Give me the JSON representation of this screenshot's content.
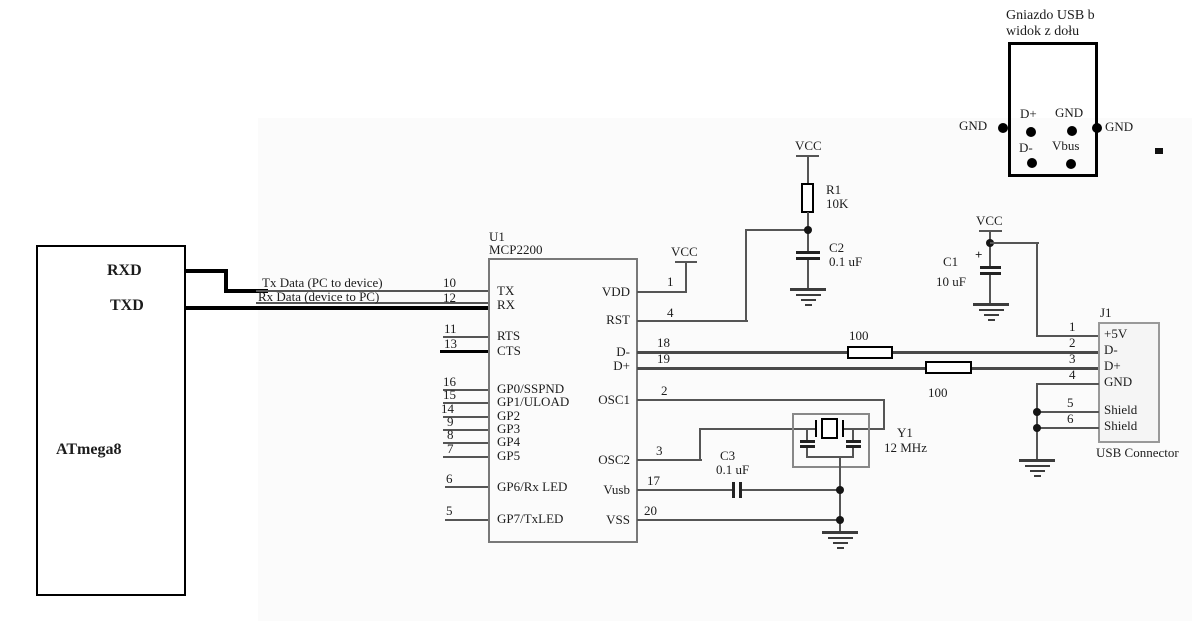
{
  "usb_socket": {
    "title_line1": "Gniazdo USB b",
    "title_line2": "widok z dołu",
    "gnd_left": "GND",
    "gnd_right": "GND",
    "pin_dplus": "D+",
    "pin_gnd_top": "GND",
    "pin_dminus": "D-",
    "pin_vbus": "Vbus"
  },
  "atmega": {
    "name": "ATmega8",
    "pin_rxd": "RXD",
    "pin_txd": "TXD"
  },
  "uart": {
    "tx_label": "Tx Data (PC to device)",
    "rx_label": "Rx Data (device to PC)",
    "tx_pin": "10",
    "rx_pin": "12"
  },
  "u1": {
    "ref": "U1",
    "part": "MCP2200",
    "pin_tx": "TX",
    "pin_rx": "RX",
    "left_pins": [
      {
        "num": "11",
        "name": "RTS"
      },
      {
        "num": "13",
        "name": "CTS"
      },
      {
        "num": "16",
        "name": "GP0/SSPND"
      },
      {
        "num": "15",
        "name": "GP1/ULOAD"
      },
      {
        "num": "14",
        "name": "GP2"
      },
      {
        "num": "9",
        "name": "GP3"
      },
      {
        "num": "8",
        "name": "GP4"
      },
      {
        "num": "7",
        "name": "GP5"
      },
      {
        "num": "6",
        "name": "GP6/Rx LED"
      },
      {
        "num": "5",
        "name": "GP7/TxLED"
      }
    ],
    "right_pins": [
      {
        "num": "1",
        "name": "VDD"
      },
      {
        "num": "4",
        "name": "RST"
      },
      {
        "num": "18",
        "name": "D-"
      },
      {
        "num": "19",
        "name": "D+"
      },
      {
        "num": "2",
        "name": "OSC1"
      },
      {
        "num": "3",
        "name": "OSC2"
      },
      {
        "num": "17",
        "name": "Vusb"
      },
      {
        "num": "20",
        "name": "VSS"
      }
    ]
  },
  "power": {
    "vcc": "VCC"
  },
  "r1": {
    "ref": "R1",
    "value": "10K"
  },
  "c1": {
    "ref": "C1",
    "value": "10 uF",
    "plus": "+"
  },
  "c2": {
    "ref": "C2",
    "value": "0.1 uF"
  },
  "c3": {
    "ref": "C3",
    "value": "0.1 uF"
  },
  "y1": {
    "ref": "Y1",
    "value": "12 MHz"
  },
  "series_resistors": {
    "r_dminus": "100",
    "r_dplus": "100"
  },
  "j1": {
    "ref": "J1",
    "caption": "USB Connector",
    "pins": [
      {
        "num": "1",
        "label": "+5V"
      },
      {
        "num": "2",
        "label": "D-"
      },
      {
        "num": "3",
        "label": "D+"
      },
      {
        "num": "4",
        "label": "GND"
      },
      {
        "num": "5",
        "label": "Shield"
      },
      {
        "num": "6",
        "label": "Shield"
      }
    ]
  }
}
